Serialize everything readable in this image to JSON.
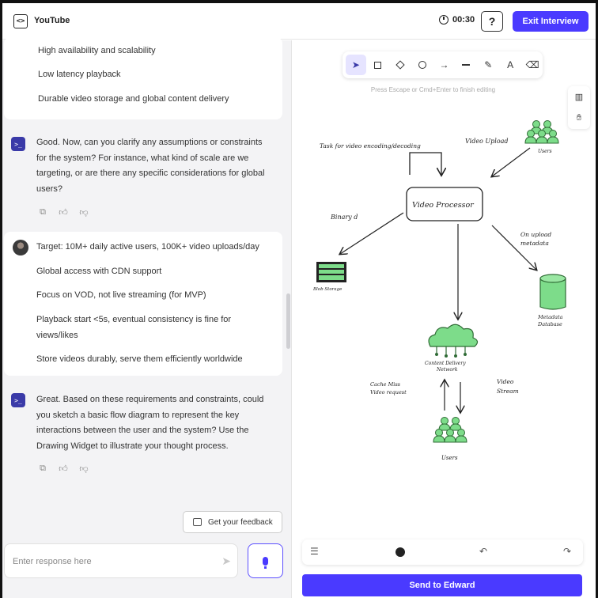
{
  "header": {
    "app_title": "YouTube",
    "timer": "00:30",
    "help_label": "?",
    "exit_label": "Exit Interview"
  },
  "chat": {
    "card1": [
      "High availability and scalability",
      "Low latency playback",
      "Durable video storage and global content delivery"
    ],
    "bot1": [
      "Good. Now, can you clarify any assumptions or constraints",
      "for the system? For instance, what kind of scale are we",
      "targeting, or are there any specific considerations for global",
      "users?"
    ],
    "user1": [
      "Target: 10M+ daily active users, 100K+ video uploads/day",
      "Global access with CDN support",
      "Focus on VOD, not live streaming (for MVP)",
      "Playback start <5s, eventual consistency is fine for",
      "views/likes",
      "Store videos durably, serve them efficiently worldwide"
    ],
    "bot2": [
      "Great. Based on these requirements and constraints, could",
      "you sketch a basic flow diagram to represent the key",
      "interactions between the user and the system? Use the",
      "Drawing Widget to illustrate your thought process."
    ],
    "feedback_label": "Get your feedback",
    "input_placeholder": "Enter response here"
  },
  "drawing": {
    "hint": "Press Escape or Cmd+Enter to finish editing",
    "send_label": "Send to Edward",
    "labels": {
      "task": "Task for video encoding/decoding",
      "video_upload": "Video Upload",
      "users_top": "Users",
      "video_processor": "Video Processor",
      "binary": "Binary d",
      "on_upload_1": "On upload",
      "on_upload_2": "metadata",
      "blob_storage": "Blob Storage",
      "metadata_1": "Metadata",
      "metadata_2": "Database",
      "cdn_1": "Content Delivery",
      "cdn_2": "Network",
      "cache_1": "Cache Miss",
      "cache_2": "Video request",
      "stream_1": "Video",
      "stream_2": "Stream",
      "users_bottom": "Users"
    },
    "green": "#7ddc8a"
  }
}
